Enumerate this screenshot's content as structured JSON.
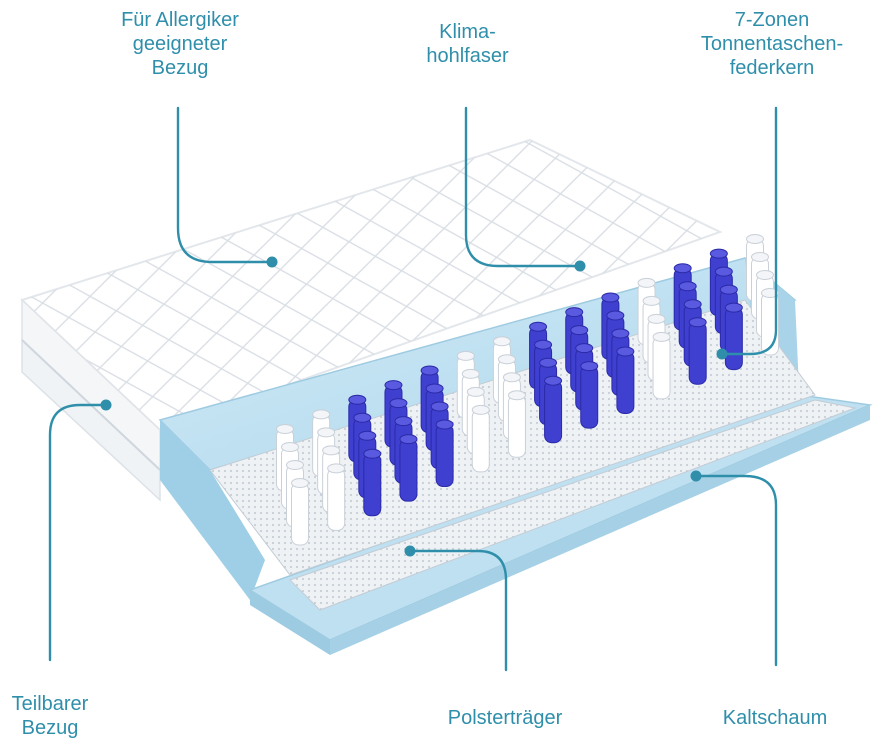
{
  "labels": {
    "allergy_cover": [
      "Für Allergiker",
      "geeigneter",
      "Bezug"
    ],
    "climate_fiber": [
      "Klima-",
      "hohlfaser"
    ],
    "pocket_springs": [
      "7-Zonen",
      "Tonnentaschen-",
      "federkern"
    ],
    "detachable_cover": [
      "Teilbarer",
      "Bezug"
    ],
    "padding_carrier": [
      "Polsterträger"
    ],
    "cold_foam": [
      "Kaltschaum"
    ]
  },
  "colors": {
    "accent": "#2f8fab",
    "foam": "#bfe1f1",
    "spring_blue": "#3f3fd0",
    "spring_white": "#ffffff",
    "mesh": "#dde3e8"
  }
}
